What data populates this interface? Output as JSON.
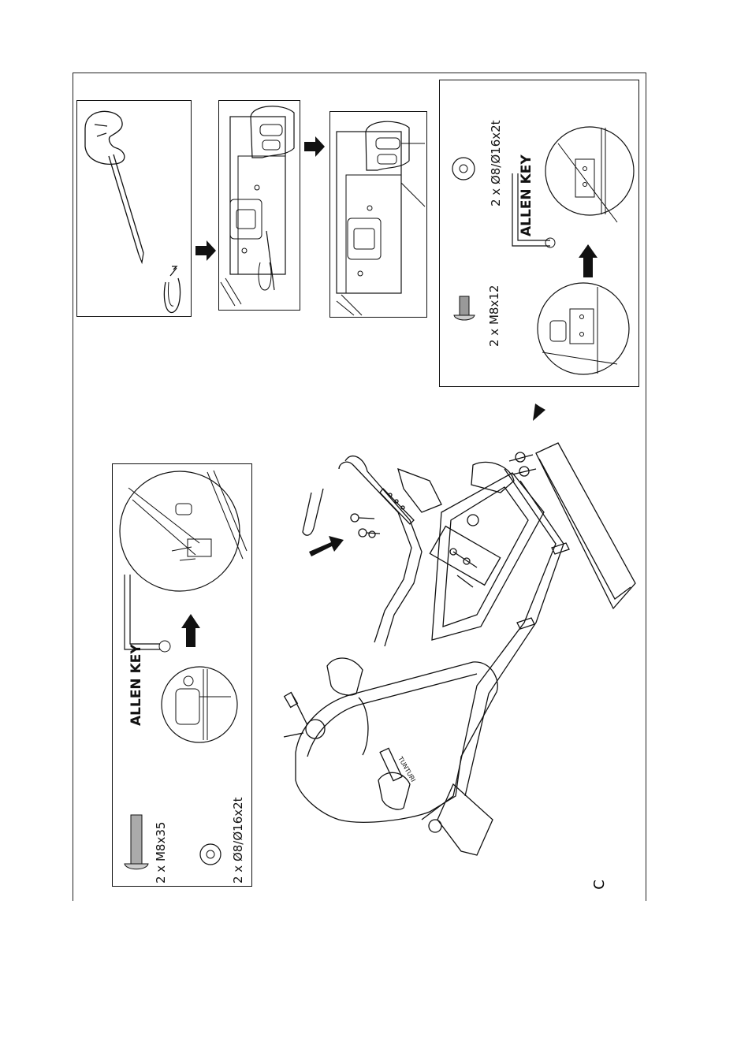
{
  "top_right_box": {
    "washer_label": "2 x Ø8/Ø16x2t",
    "allen_key_label": "ALLEN KEY",
    "bolt_label": "2 x M8x12"
  },
  "left_box": {
    "allen_key_label": "ALLEN KEY",
    "bolt_label": "2 x M8x35",
    "washer_label": "2 x Ø8/Ø16x2t"
  },
  "bike_brand_text": "TUNTURI",
  "page_letter": "C"
}
